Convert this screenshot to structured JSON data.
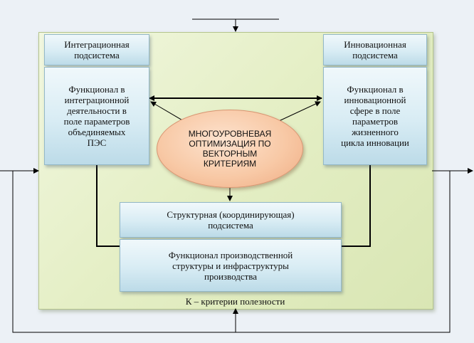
{
  "integration": {
    "header": "Интеграционная\nподсистема",
    "body": "Функционал в\nинтеграционной\nдеятельности в\nполе параметров\nобъединяемых\nПЭС"
  },
  "innovation": {
    "header": "Инновационная\nподсистема",
    "body": "Функционал в\nинновационной\nсфере в поле\nпараметров\nжизненного\nцикла инновации"
  },
  "center": {
    "label": "МНОГОУРОВНЕВАЯ\nОПТИМИЗАЦИЯ ПО\nВЕКТОРНЫМ\nКРИТЕРИЯМ"
  },
  "structural": {
    "header": "Структурная (координирующая)\nподсистема",
    "body": "Функционал производственной\nструктуры и инфраструктуры\nпроизводства"
  },
  "footer": {
    "label": "К – критерии полезности"
  }
}
